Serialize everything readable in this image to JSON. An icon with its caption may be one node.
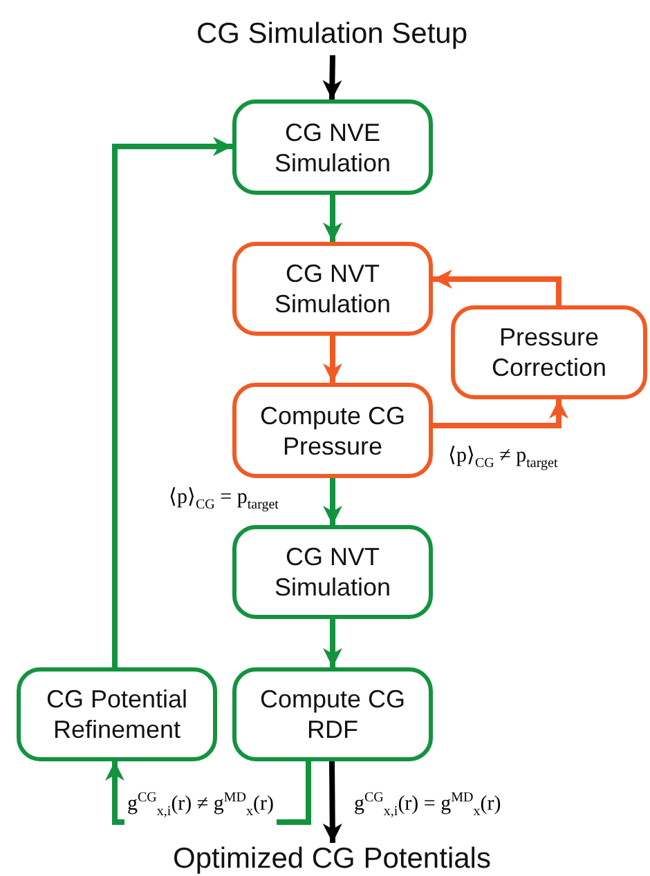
{
  "diagram": {
    "nodes": [
      {
        "text": [
          "CG Simulation Setup"
        ]
      },
      {
        "text": [
          "CG NVE Simulation"
        ]
      },
      {
        "text": [
          "CG NVT Simulation"
        ]
      },
      {
        "text": [
          "Pressure Correction"
        ]
      },
      {
        "text": [
          "Compute CG Pressure"
        ]
      },
      {
        "text": [
          "CG NVT Simulation"
        ]
      },
      {
        "text": [
          "Compute CG RDF"
        ]
      },
      {
        "text": [
          "CG Potential Refinement"
        ]
      },
      {
        "text": [
          "Optimized CG Potentials"
        ]
      }
    ],
    "edges": [
      {
        "from": 0,
        "to": 1,
        "arrow": "to",
        "color": "#000000"
      },
      {
        "from": 1,
        "to": 2,
        "arrow": "to"
      },
      {
        "from": 2,
        "to": 4,
        "arrow": "to",
        "color": "#f15a24"
      },
      {
        "from": 4,
        "to": 3,
        "arrow": "to",
        "color": "#f15a24",
        "label": "⟨p⟩$_{CG}$ ≠ p$_{target}$"
      },
      {
        "from": 3,
        "to": 2,
        "arrow": "to",
        "color": "#f15a24"
      },
      {
        "from": 4,
        "to": 5,
        "arrow": "to",
        "label": "⟨p⟩$_{CG}$ = p$_{target}$"
      },
      {
        "from": 5,
        "to": 6,
        "arrow": "to"
      },
      {
        "from": 6,
        "to": 7,
        "arrow": "to",
        "label": "g$^{CG}$$_{x,i}$(r) ≠ g$^{MD}$$_{x}$(r)"
      },
      {
        "from": 7,
        "to": 1,
        "arrow": "to"
      },
      {
        "from": 6,
        "to": 8,
        "arrow": "to",
        "color": "#000000",
        "label": "g$^{CG}$$_{x,i}$(r) = g$^{MD}$$_{x}$(r)"
      }
    ]
  }
}
